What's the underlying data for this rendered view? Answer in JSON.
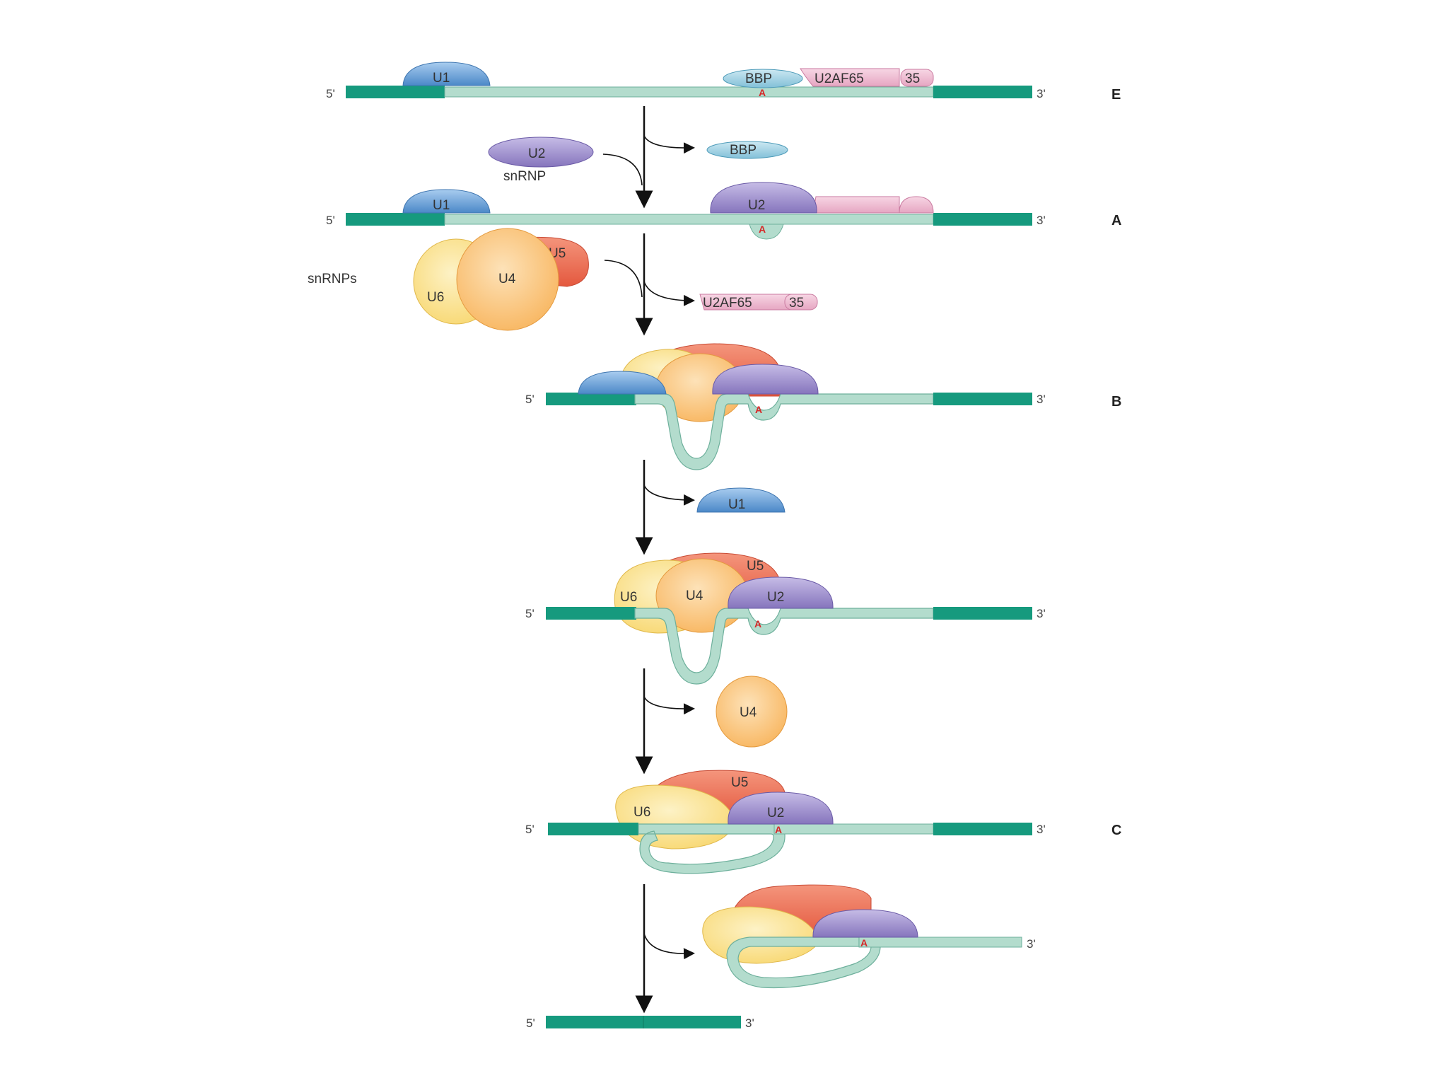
{
  "ends": {
    "five": "5'",
    "three": "3'"
  },
  "branch_point": "A",
  "stages": {
    "E": "E",
    "A": "A",
    "B": "B",
    "C": "C"
  },
  "labels": {
    "u1": "U1",
    "u2": "U2",
    "u4": "U4",
    "u5": "U5",
    "u6": "U6",
    "bbp": "BBP",
    "u2af65": "U2AF65",
    "n35": "35",
    "u2_snrnp_caption": "snRNP",
    "snrnps_caption": "snRNPs"
  },
  "colors": {
    "exon": "#169a7e",
    "intron": "#b3dccd",
    "intron_stroke": "#6eb09c",
    "u1": "#5e9bd6",
    "u2": "#9a8ac8",
    "bbp": "#8cc6dc",
    "u2af": "#e8adc6",
    "u4": "#fbc27a",
    "u5": "#ee6d52",
    "u6": "#fbe49a",
    "branch_a": "#d62828",
    "arrow": "#111111"
  }
}
